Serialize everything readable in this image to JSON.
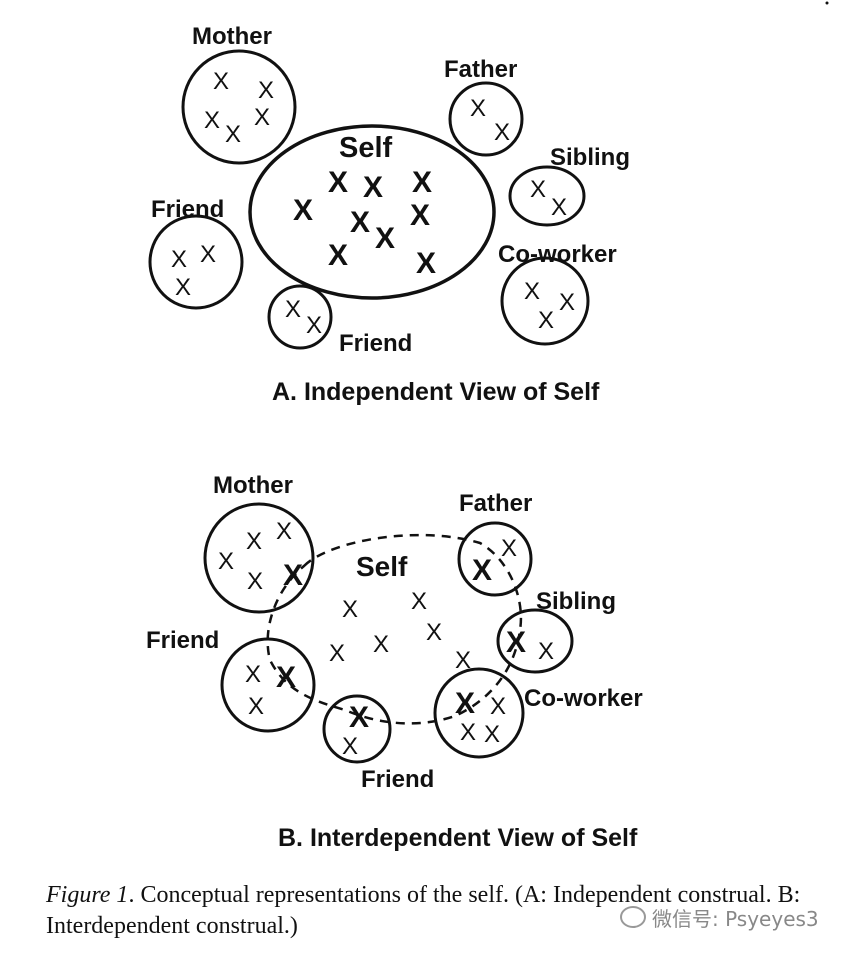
{
  "panel_a": {
    "title": "A. Independent View of Self",
    "labels": {
      "self": "Self",
      "mother": "Mother",
      "father": "Father",
      "sibling": "Sibling",
      "friend_left": "Friend",
      "coworker": "Co-worker",
      "friend_bottom": "Friend"
    }
  },
  "panel_b": {
    "title": "B. Interdependent View of Self",
    "labels": {
      "self": "Self",
      "mother": "Mother",
      "father": "Father",
      "sibling": "Sibling",
      "friend_left": "Friend",
      "coworker": "Co-worker",
      "friend_bottom": "Friend"
    }
  },
  "mark": "X",
  "caption": {
    "figure_label": "Figure 1",
    "text": ". Conceptual representations of the self. (A: Independent construal. B: Interdependent construal.)"
  },
  "watermark": "微信号: Psyeyes3"
}
